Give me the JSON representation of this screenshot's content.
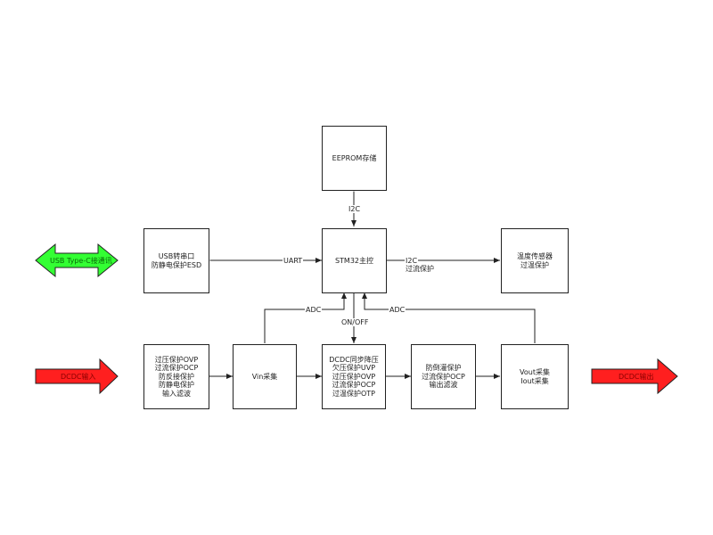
{
  "blocks": {
    "eeprom": [
      "EEPROM存储"
    ],
    "usb_esd": [
      "USB转串口",
      "防静电保护ESD"
    ],
    "stm32": [
      "STM32主控"
    ],
    "temp": [
      "温度传感器",
      "过温保护"
    ],
    "input_protect": [
      "过压保护OVP",
      "过流保护OCP",
      "防反接保护",
      "防静电保护",
      "输入滤波"
    ],
    "vin": [
      "Vin采集"
    ],
    "dcdc": [
      "DCDC同步降压",
      "欠压保护UVP",
      "过压保护OVP",
      "过流保护OCP",
      "过温保护OTP"
    ],
    "output_protect": [
      "防倒灌保护",
      "过流保护OCP",
      "输出滤波"
    ],
    "vout": [
      "Vout采集",
      "Iout采集"
    ]
  },
  "labels": {
    "i2c_eeprom": "I2C",
    "uart": "UART",
    "i2c_temp": "I2C",
    "overcurrent": "过流保护",
    "adc_vin": "ADC",
    "on_off": "ON/OFF",
    "adc_vout": "ADC"
  },
  "io_arrows": {
    "usb": "USB Type-C接通讯",
    "dc_in": "DCDC输入",
    "dc_out": "DCDC输出"
  },
  "colors": {
    "green_arrow": "#33ff33",
    "red_arrow": "#ff1f1f",
    "line": "#222222"
  }
}
